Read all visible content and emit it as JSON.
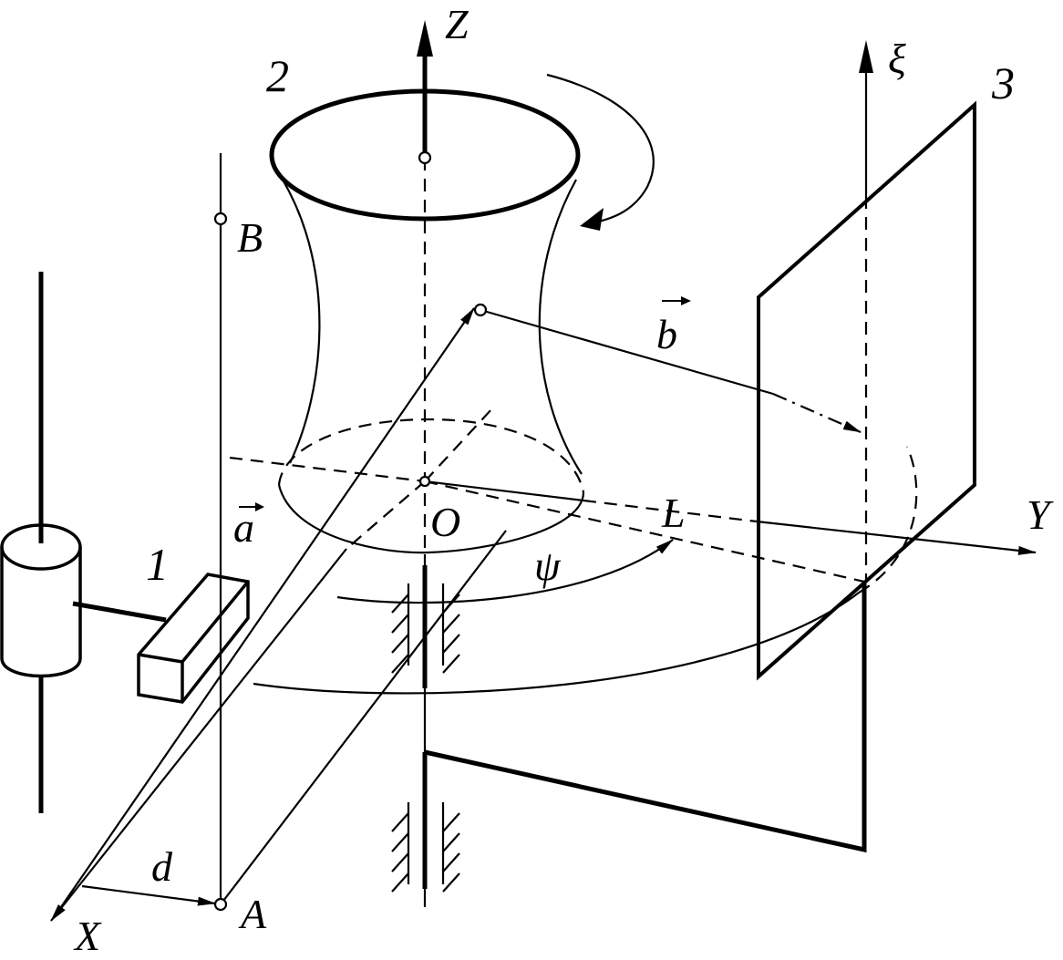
{
  "figure": {
    "labels": {
      "axis_z": "Z",
      "axis_xi": "ξ",
      "axis_y": "Y",
      "axis_x": "X",
      "part_1": "1",
      "part_2": "2",
      "part_3": "3",
      "point_b": "B",
      "point_a": "A",
      "point_o": "O",
      "vector_a": "a",
      "vector_b": "b",
      "distance_l": "L",
      "distance_d": "d",
      "angle_psi": "ψ"
    }
  }
}
